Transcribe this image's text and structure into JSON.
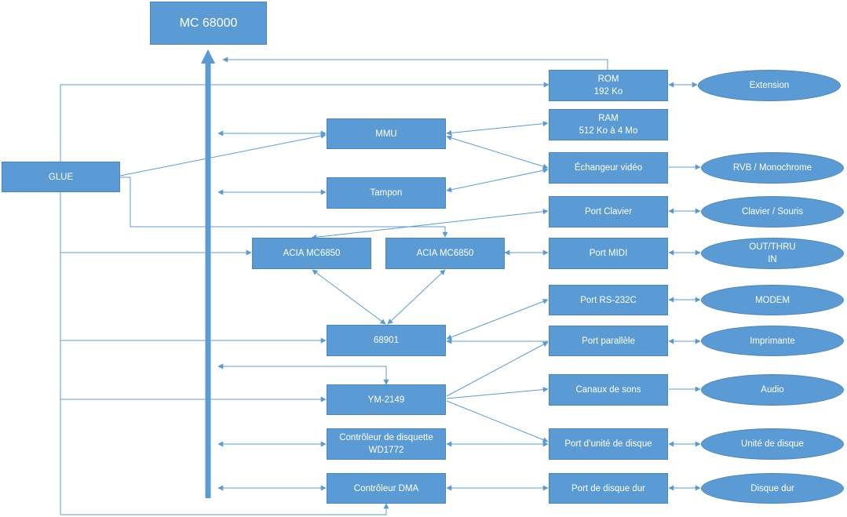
{
  "colors": {
    "node_fill": "#5b9bd5",
    "node_border": "#4a86bd",
    "connector": "#5b9bd5",
    "text": "#ffffff"
  },
  "nodes": {
    "cpu": "MC 68000",
    "glue": "GLUE",
    "mmu": "MMU",
    "tampon": "Tampon",
    "acia1": "ACIA MC6850",
    "acia2": "ACIA MC6850",
    "mfp": "68901",
    "ym": "YM-2149",
    "fdc": "Contrôleur de disquette\nWD1772",
    "dma": "Contrôleur DMA",
    "rom": "ROM\n192 Ko",
    "ram": "RAM\n512 Ko à 4 Mo",
    "video": "Échangeur vidéo",
    "kbd_port": "Port Clavier",
    "midi_port": "Port MIDI",
    "rs232_port": "Port RS-232C",
    "par_port": "Port parallèle",
    "sound": "Canaux de sons",
    "fd_port": "Port d’unité de disque",
    "hd_port": "Port de disque dur"
  },
  "devices": {
    "extension": "Extension",
    "rgb": "RVB / Monochrome",
    "kbd": "Clavier / Souris",
    "midi": "OUT/THRU\nIN",
    "modem": "MODEM",
    "printer": "Imprimante",
    "audio": "Audio",
    "floppy": "Unité de disque",
    "hdd": "Disque dur"
  }
}
